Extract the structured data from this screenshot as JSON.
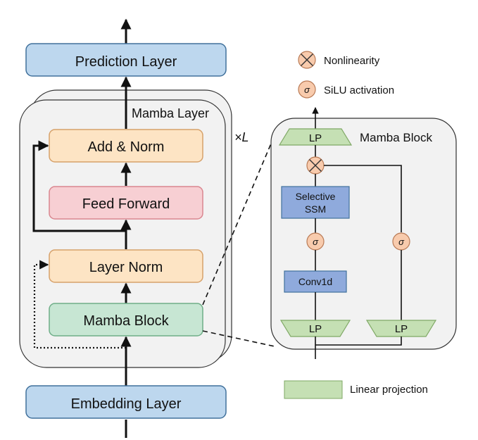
{
  "layers": {
    "prediction": "Prediction Layer",
    "embedding": "Embedding Layer"
  },
  "mamba_layer": {
    "title": "Mamba Layer",
    "repeat": "×L",
    "add_norm": "Add & Norm",
    "feed_forward": "Feed Forward",
    "layer_norm": "Layer Norm",
    "mamba_block": "Mamba Block"
  },
  "mamba_block_detail": {
    "title": "Mamba Block",
    "lp_top": "LP",
    "selective_ssm_line1": "Selective",
    "selective_ssm_line2": "SSM",
    "sigma_left": "σ",
    "sigma_right": "σ",
    "conv1d": "Conv1d",
    "lp_bottom_left": "LP",
    "lp_bottom_right": "LP"
  },
  "legend": {
    "nonlinearity": "Nonlinearity",
    "silu_symbol": "σ",
    "silu": "SiLU activation",
    "linear_projection": "Linear projection"
  },
  "colors": {
    "blue_layer": "#bdd7ee",
    "orange_box": "#fde4c4",
    "pink_box": "#f7cfd3",
    "green_box": "#c7e6d3",
    "lp_green": "#c5e0b4",
    "ssm_blue": "#8faadc",
    "circle_fill": "#f8cbad",
    "panel_gray": "#f2f2f2",
    "stroke_blue": "#41719c",
    "stroke_orange": "#d6a16a"
  }
}
